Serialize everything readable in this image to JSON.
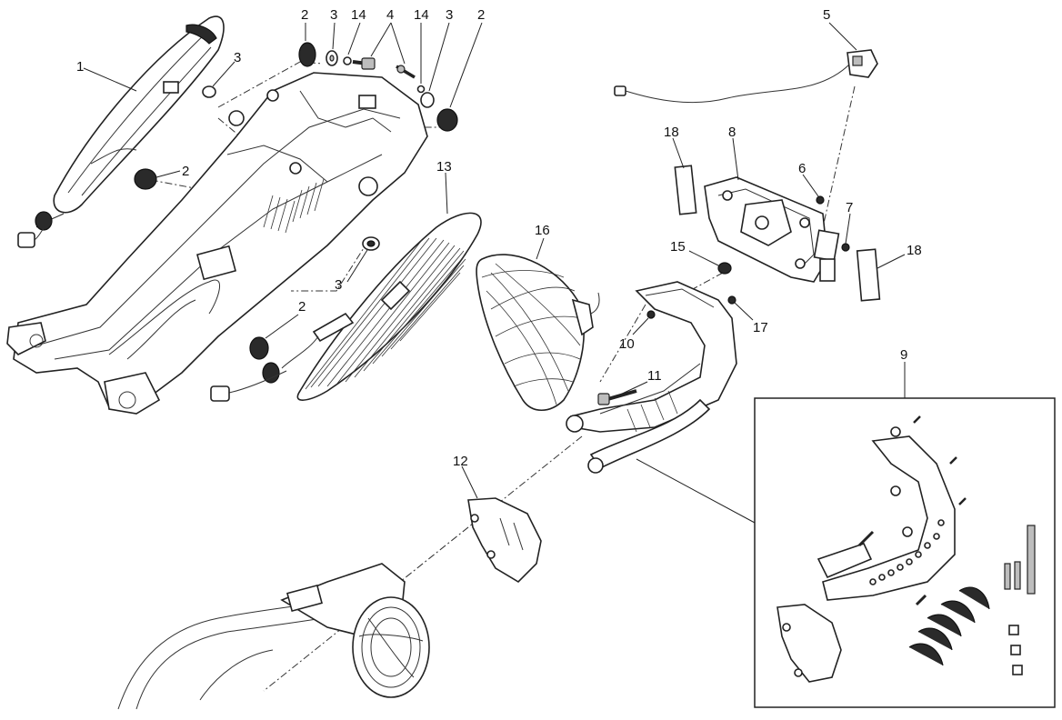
{
  "callouts": {
    "c1": "1",
    "c2a": "2",
    "c3a": "3",
    "c14a": "14",
    "c4": "4",
    "c14b": "14",
    "c3b": "3",
    "c2b": "2",
    "c5": "5",
    "c3c": "3",
    "c2c": "2",
    "c13": "13",
    "c3d": "3",
    "c2d": "2",
    "c18a": "18",
    "c8": "8",
    "c6": "6",
    "c7": "7",
    "c18b": "18",
    "c15": "15",
    "c16": "16",
    "c10": "10",
    "c17": "17",
    "c11": "11",
    "c9": "9",
    "c12": "12"
  },
  "colors": {
    "line": "#222222",
    "fill": "#ffffff",
    "rubber": "#2a2a2a",
    "metal": "#bdbdbd"
  },
  "icons": [
    "exploded-parts-diagram",
    "kit-detail-inset"
  ]
}
